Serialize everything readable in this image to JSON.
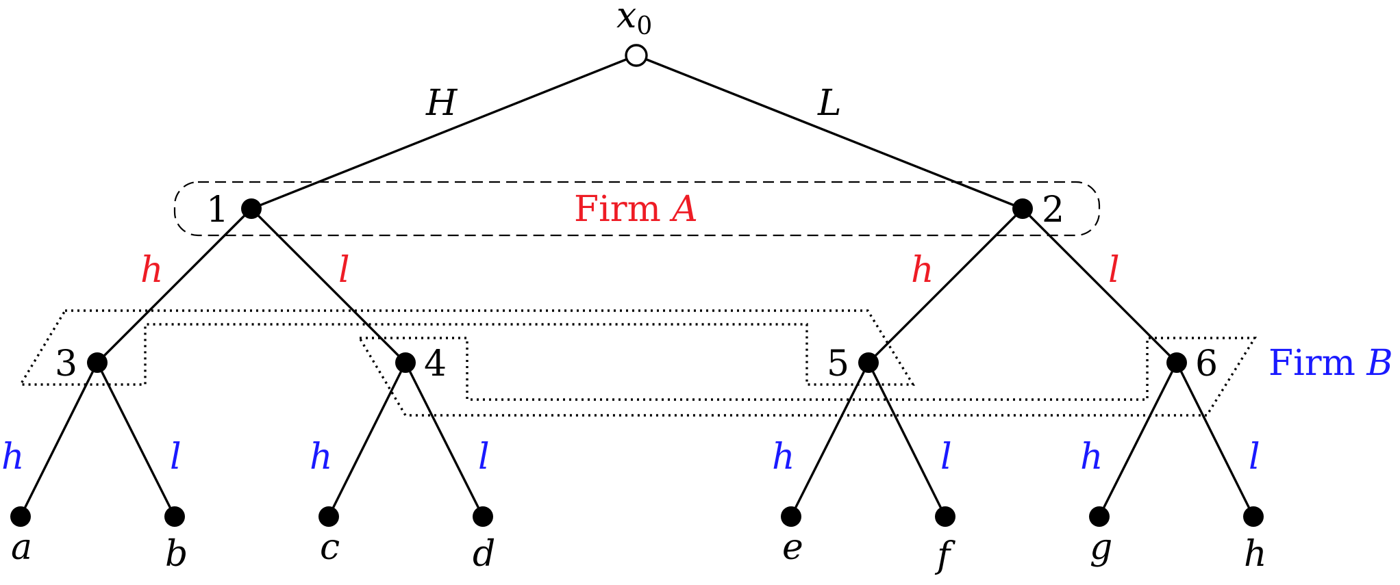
{
  "root": {
    "symbol": "x",
    "subscript": "0"
  },
  "nature_actions": {
    "left": "H",
    "right": "L"
  },
  "firm_a": {
    "prefix": "Firm ",
    "letter": "A",
    "color": "#ee1c25",
    "node_labels": [
      "1",
      "2"
    ],
    "actions": {
      "left": "h",
      "right": "l"
    }
  },
  "firm_b": {
    "prefix": "Firm ",
    "letter": "B",
    "color": "#1a1aff",
    "node_labels": [
      "3",
      "4",
      "5",
      "6"
    ],
    "actions": {
      "left": "h",
      "right": "l"
    }
  },
  "outcomes": [
    "a",
    "b",
    "c",
    "d",
    "e",
    "f",
    "g",
    "h"
  ]
}
